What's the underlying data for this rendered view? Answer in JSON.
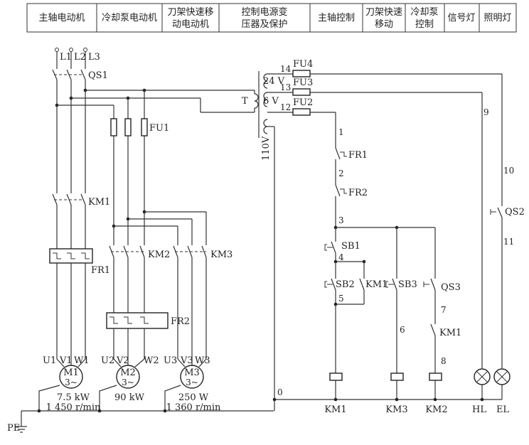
{
  "header_cells": [
    "主轴电动机",
    "冷却泵电动机",
    [
      "刀架快速移",
      "动电动机"
    ],
    [
      "控制电源变",
      "压器及保护"
    ],
    "主轴控制",
    [
      "刀架快速",
      "移动"
    ],
    [
      "冷却泵",
      "控制"
    ],
    "信号灯",
    "照明灯"
  ],
  "power": {
    "lines": [
      "L1",
      "L2",
      "L3"
    ],
    "qs1": "QS1",
    "fu1": "FU1",
    "km1": "KM1",
    "fr1": "FR1",
    "km2": "KM2",
    "km3": "KM3",
    "fr2": "FR2",
    "pe": "PE"
  },
  "motors": [
    {
      "name": "M1",
      "phase": "3~",
      "terms": [
        "U1",
        "V1",
        "W1"
      ],
      "rating": "7.5 kW",
      "speed": "1 450 r/min"
    },
    {
      "name": "M2",
      "phase": "3~",
      "terms": [
        "U2",
        "V2",
        "W2"
      ],
      "rating": "90 kW",
      "speed": ""
    },
    {
      "name": "M3",
      "phase": "3~",
      "terms": [
        "U3",
        "V3",
        "W3"
      ],
      "rating": "250 W",
      "speed": "1 360 r/min"
    }
  ],
  "transformer": {
    "name": "T",
    "primary": "110V",
    "sec1": "24 V",
    "sec2": "6 V"
  },
  "control": {
    "fu4": "FU4",
    "fu3": "FU3",
    "fu2": "FU2",
    "wires": {
      "w14": "14",
      "w13": "13",
      "w12": "12",
      "w1": "1",
      "w2": "2",
      "w3": "3",
      "w4": "4",
      "w5": "5",
      "w6": "6",
      "w7": "7",
      "w8": "8",
      "w9": "9",
      "w10": "10",
      "w11": "11",
      "w0": "0"
    },
    "fr1_contact": "FR1",
    "fr2_contact": "FR2",
    "sb1": "SB1",
    "sb2": "SB2",
    "km1_hold": "KM1",
    "sb3": "SB3",
    "qs3": "QS3",
    "km1_aux": "KM1",
    "qs2": "QS2",
    "coils": [
      "KM1",
      "KM3",
      "KM2",
      "HL",
      "EL"
    ]
  }
}
